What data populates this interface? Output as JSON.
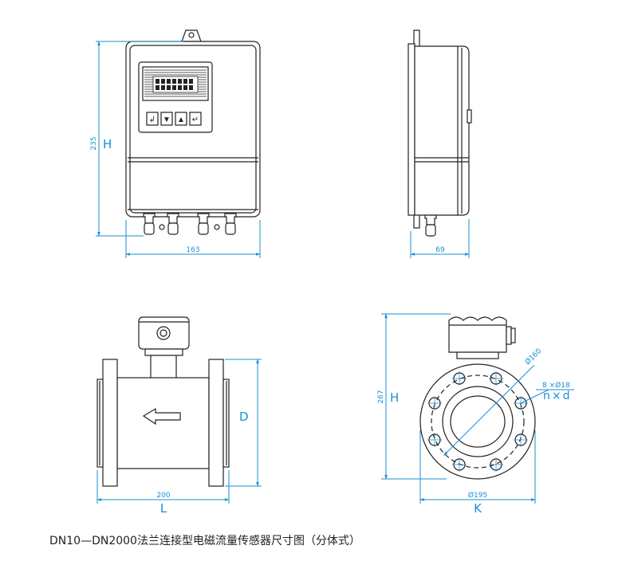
{
  "front_view": {
    "height_value": "235",
    "height_letter": "H",
    "width_value": "163"
  },
  "side_view": {
    "depth_value": "69"
  },
  "pipe_view": {
    "length_value": "200",
    "length_letter": "L",
    "diameter_letter": "D",
    "flow_direction": "arrow-left-icon"
  },
  "flange_view": {
    "height_value": "267",
    "height_letter": "H",
    "bolt_circle": "Ø160",
    "bolt_spec": "8 ×Ø18",
    "bolt_letters": "n×d",
    "outer_diameter": "Ø195",
    "outer_letter": "K"
  },
  "caption": "DN10—DN2000法兰连接型电磁流量传感器尺寸图（分体式）",
  "colors": {
    "line": "#222222",
    "dimension": "#1a8fd6"
  }
}
